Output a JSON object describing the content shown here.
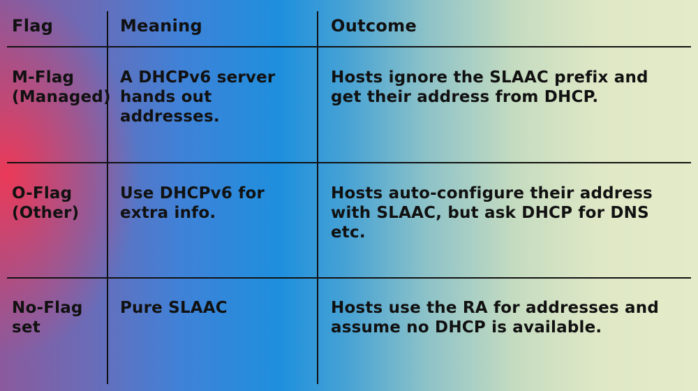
{
  "table": {
    "headers": {
      "flag": "Flag",
      "meaning": "Meaning",
      "outcome": "Outcome"
    },
    "rows": [
      {
        "flag": "M-Flag (Managed)",
        "meaning": "A DHCPv6 server hands out addresses.",
        "outcome": "Hosts ignore the SLAAC prefix and get their address from DHCP."
      },
      {
        "flag": "O-Flag (Other)",
        "meaning": "Use DHCPv6 for extra info.",
        "outcome": "Hosts auto-configure their address with SLAAC, but ask DHCP for DNS etc."
      },
      {
        "flag": "No-Flag set",
        "meaning": "Pure SLAAC",
        "outcome": "Hosts use the RA for addresses and assume no DHCP is available."
      }
    ]
  },
  "colors": {
    "text": "#111111",
    "gradient_left_pink": "#f03854",
    "gradient_center_blue": "#1e8fdd",
    "gradient_right_cream": "#e4ebc9"
  }
}
